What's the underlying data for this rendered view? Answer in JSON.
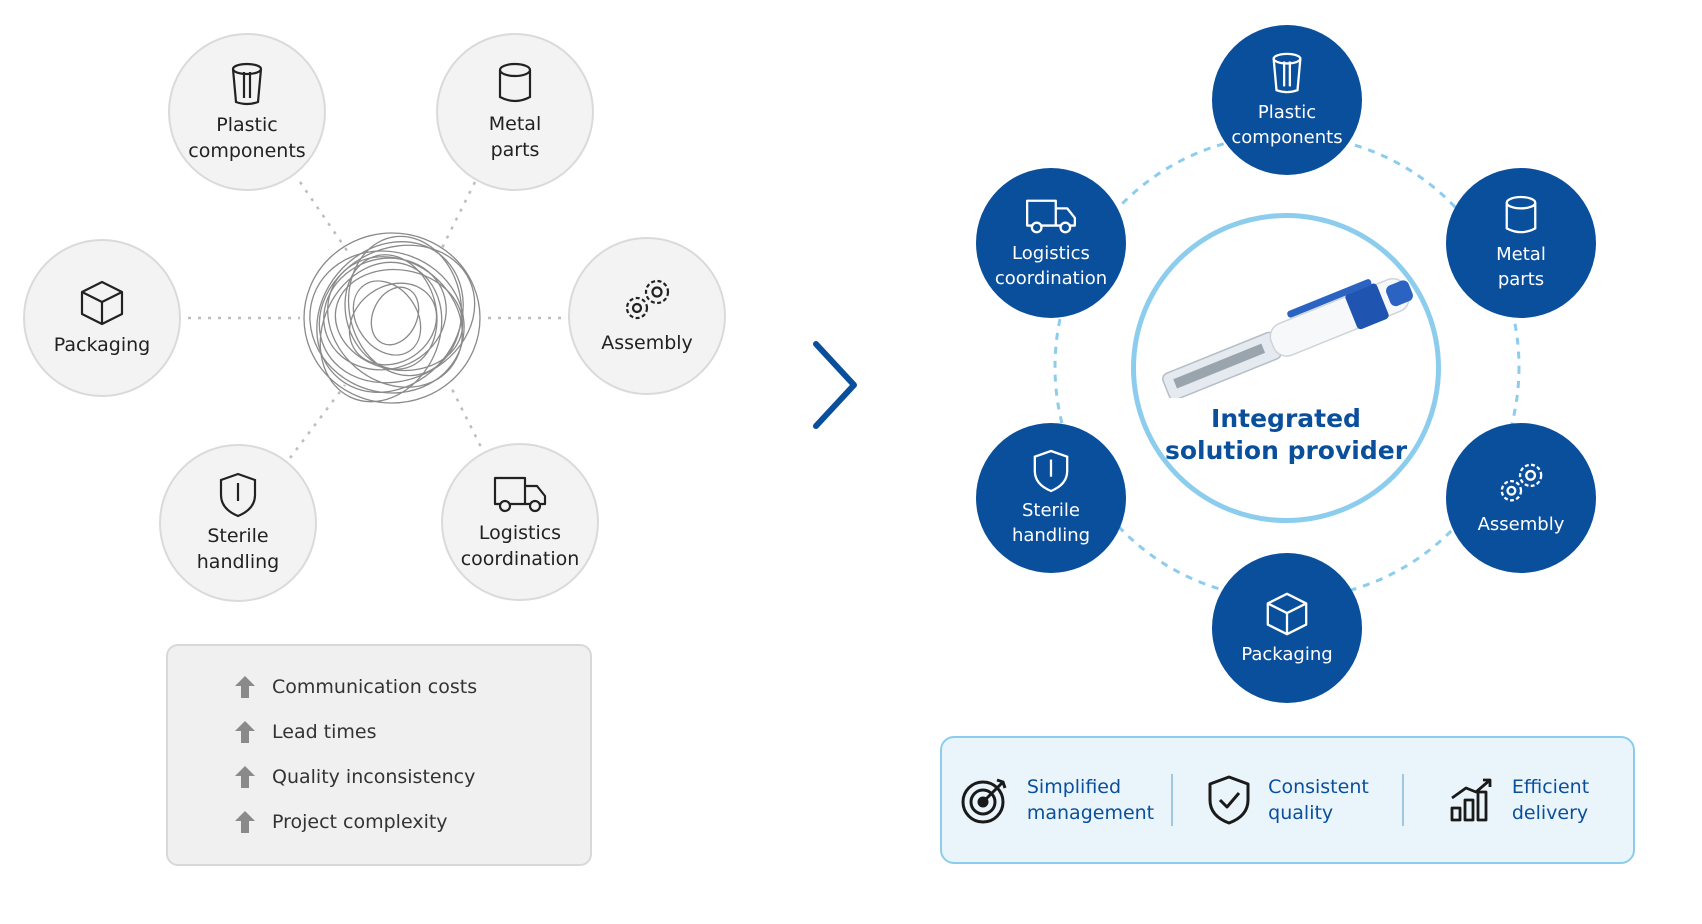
{
  "left": {
    "nodes": [
      {
        "key": "plastic",
        "label": "Plastic\ncomponents",
        "icon": "cup-icon"
      },
      {
        "key": "metal",
        "label": "Metal\nparts",
        "icon": "cylinder-icon"
      },
      {
        "key": "packaging",
        "label": "Packaging",
        "icon": "box-icon"
      },
      {
        "key": "assembly",
        "label": "Assembly",
        "icon": "gears-icon"
      },
      {
        "key": "sterile",
        "label": "Sterile\nhandling",
        "icon": "shield-icon"
      },
      {
        "key": "logistics",
        "label": "Logistics\ncoordination",
        "icon": "truck-icon"
      }
    ],
    "issues": [
      {
        "label": "Communication costs"
      },
      {
        "label": "Lead times"
      },
      {
        "label": "Quality inconsistency"
      },
      {
        "label": "Project complexity"
      }
    ]
  },
  "right": {
    "center_title": "Integrated\nsolution provider",
    "nodes": [
      {
        "key": "plastic",
        "label": "Plastic\ncomponents",
        "icon": "cup-icon"
      },
      {
        "key": "metal",
        "label": "Metal\nparts",
        "icon": "cylinder-icon"
      },
      {
        "key": "assembly",
        "label": "Assembly",
        "icon": "gears-icon"
      },
      {
        "key": "packaging",
        "label": "Packaging",
        "icon": "box-icon"
      },
      {
        "key": "sterile",
        "label": "Sterile\nhandling",
        "icon": "shield-icon"
      },
      {
        "key": "logistics",
        "label": "Logistics\ncoordination",
        "icon": "truck-icon"
      }
    ],
    "benefits": [
      {
        "label": "Simplified\nmanagement",
        "icon": "target-icon"
      },
      {
        "label": "Consistent\nquality",
        "icon": "shield-check-icon"
      },
      {
        "label": "Efficient\ndelivery",
        "icon": "bar-chart-icon"
      }
    ]
  },
  "colors": {
    "brand_blue": "#0a4f9c",
    "light_blue": "#8ccdee",
    "gray_fill": "#f3f3f3"
  }
}
